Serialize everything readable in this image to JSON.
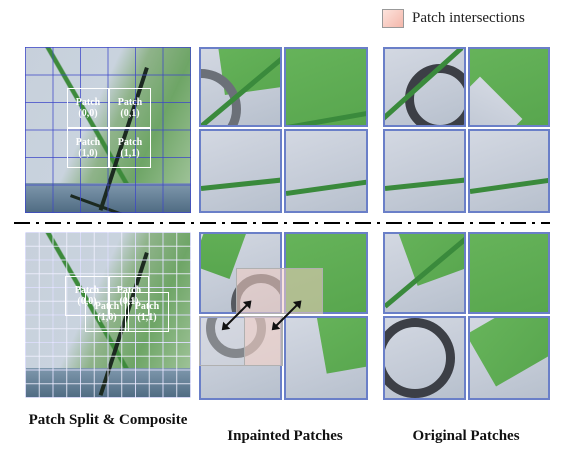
{
  "legend": {
    "label": "Patch intersections",
    "swatch_color": "#f4c4b9"
  },
  "top_row": {
    "patch_labels": [
      {
        "title": "Patch",
        "index": "(0,0)"
      },
      {
        "title": "Patch",
        "index": "(0,1)"
      },
      {
        "title": "Patch",
        "index": "(1,0)"
      },
      {
        "title": "Patch",
        "index": "(1,1)"
      }
    ]
  },
  "bottom_row": {
    "patch_labels": [
      {
        "title": "Patch",
        "index": "(0,0)"
      },
      {
        "title": "Patch",
        "index": "(0,1)"
      },
      {
        "title": "Patch",
        "index": "(1,0)"
      },
      {
        "title": "Patch",
        "index": "(1,1)"
      }
    ]
  },
  "columns": {
    "split": "Patch Split & Composite",
    "inpainted": "Inpainted Patches",
    "original": "Original Patches"
  },
  "colors": {
    "grid": "#3c46c8",
    "sail_green": "#58a64e",
    "stripe": "#3a8a3c"
  }
}
